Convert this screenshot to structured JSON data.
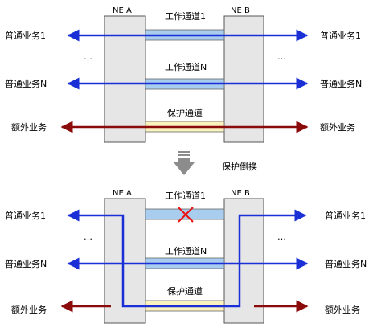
{
  "top": {
    "ne_a": "NE A",
    "ne_b": "NE B",
    "working_1": "工作通道1",
    "working_n": "工作通道N",
    "protect": "保护通道",
    "service_1_left": "普通业务1",
    "service_1_right": "普通业务1",
    "service_n_left": "普通业务N",
    "service_n_right": "普通业务N",
    "extra_left": "额外业务",
    "extra_right": "额外业务",
    "ellipsis_left": "…",
    "ellipsis_right": "…"
  },
  "switch_label": "保护倒换",
  "bottom": {
    "ne_a": "NE A",
    "ne_b": "NE B",
    "working_1": "工作通道1",
    "working_n": "工作通道N",
    "protect": "保护通道",
    "service_1_left": "普通业务1",
    "service_1_right": "普通业务1",
    "service_n_left": "普通业务N",
    "service_n_right": "普通业务N",
    "extra_left": "额外业务",
    "extra_right": "额外业务",
    "ellipsis_left": "…",
    "ellipsis_right": "…"
  },
  "colors": {
    "ne_fill": "#e6e6e6",
    "channel_blue": "#a9cdef",
    "channel_yellow": "#fbf3bf",
    "service_blue": "#1a2fd6",
    "extra_red": "#8b0a0a",
    "fault_red": "#ee1111",
    "down_arrow": "#8c8c8c"
  },
  "icons": [
    "down-arrow-icon",
    "fault-x-icon"
  ]
}
